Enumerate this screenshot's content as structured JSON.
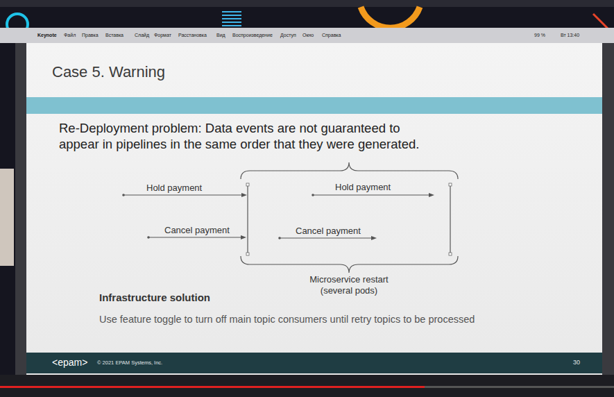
{
  "diagram": {
    "title": "Case 5. Warning",
    "labels": [
      "Keynote",
      "Файл",
      "Правка",
      "Вставка",
      "Слайд",
      "Формат",
      "Расстановка",
      "Вид",
      "Воспроизведение",
      "Доступ",
      "Окно",
      "Справка",
      "99 %",
      "Вт 13:40",
      "Re-Deployment problem: Data events are not guaranteed to appear in pipelines in the same order that they were generated.",
      "Hold payment",
      "Cancel payment",
      "Hold payment",
      "Cancel payment",
      "Microservice restart (several pods)",
      "Infrastructure solution",
      "Use feature toggle to turn off main topic consumers until retry topics to be processed",
      "<epam>",
      "© 2021 EPAM Systems, Inc.",
      "30"
    ]
  }
}
